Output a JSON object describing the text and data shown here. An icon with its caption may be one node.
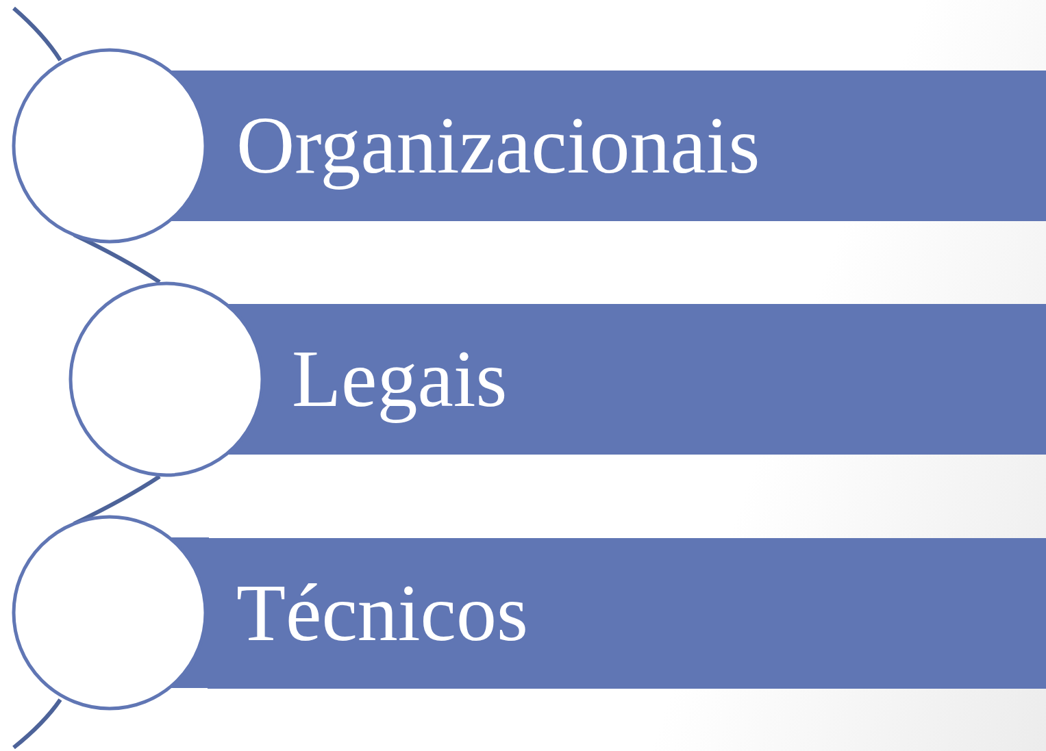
{
  "diagram": {
    "nodes": [
      {
        "text": [
          "Organizacionais"
        ]
      },
      {
        "text": [
          "Legais"
        ]
      },
      {
        "text": [
          "Técnicos"
        ]
      },
      {
        "text": [],
        "shape": "circle"
      },
      {
        "text": [],
        "shape": "circle"
      },
      {
        "text": [],
        "shape": "circle"
      }
    ],
    "edges": [
      {
        "from": null,
        "to": 3,
        "arrow": "none"
      },
      {
        "from": 3,
        "to": 4,
        "arrow": "none"
      },
      {
        "from": 4,
        "to": 5,
        "arrow": "none"
      },
      {
        "from": 5,
        "to": null,
        "arrow": "none"
      }
    ]
  }
}
